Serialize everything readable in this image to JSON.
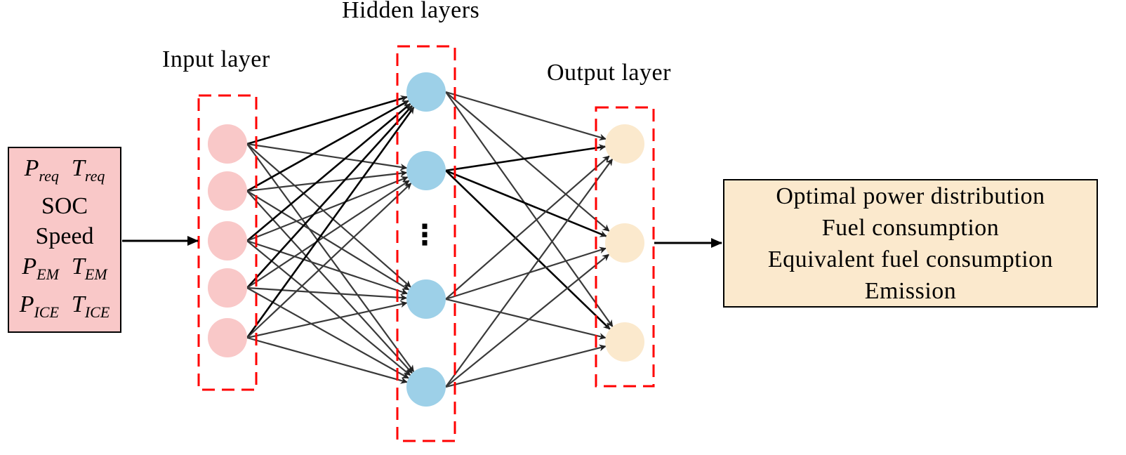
{
  "labels": {
    "input_layer": "Input layer",
    "hidden_layers": "Hidden layers",
    "output_layer": "Output layer"
  },
  "inputs": {
    "rows": [
      [
        {
          "var": "P",
          "sub": "req"
        },
        {
          "var": "T",
          "sub": "req"
        }
      ],
      [
        {
          "text": "SOC"
        }
      ],
      [
        {
          "text": "Speed"
        }
      ],
      [
        {
          "var": "P",
          "sub": "EM"
        },
        {
          "var": "T",
          "sub": "EM"
        }
      ],
      [
        {
          "var": "P",
          "sub": "ICE"
        },
        {
          "var": "T",
          "sub": "ICE"
        }
      ]
    ]
  },
  "outputs": {
    "lines": [
      "Optimal power distribution",
      "Fuel consumption",
      "Equivalent fuel consumption",
      "Emission"
    ]
  },
  "network": {
    "input_nodes": 5,
    "hidden_nodes_shown": 4,
    "hidden_ellipsis": "⋮",
    "output_nodes": 3,
    "fully_connected": true
  },
  "colors": {
    "input_node": "#f9c8c8",
    "hidden_node": "#9dd0e8",
    "output_node": "#fbe9cd",
    "layer_box_dash": "#ff0000",
    "edge": "#3a3a3a",
    "input_box_fill": "#f9c8c8",
    "output_box_fill": "#fbe9cd"
  }
}
